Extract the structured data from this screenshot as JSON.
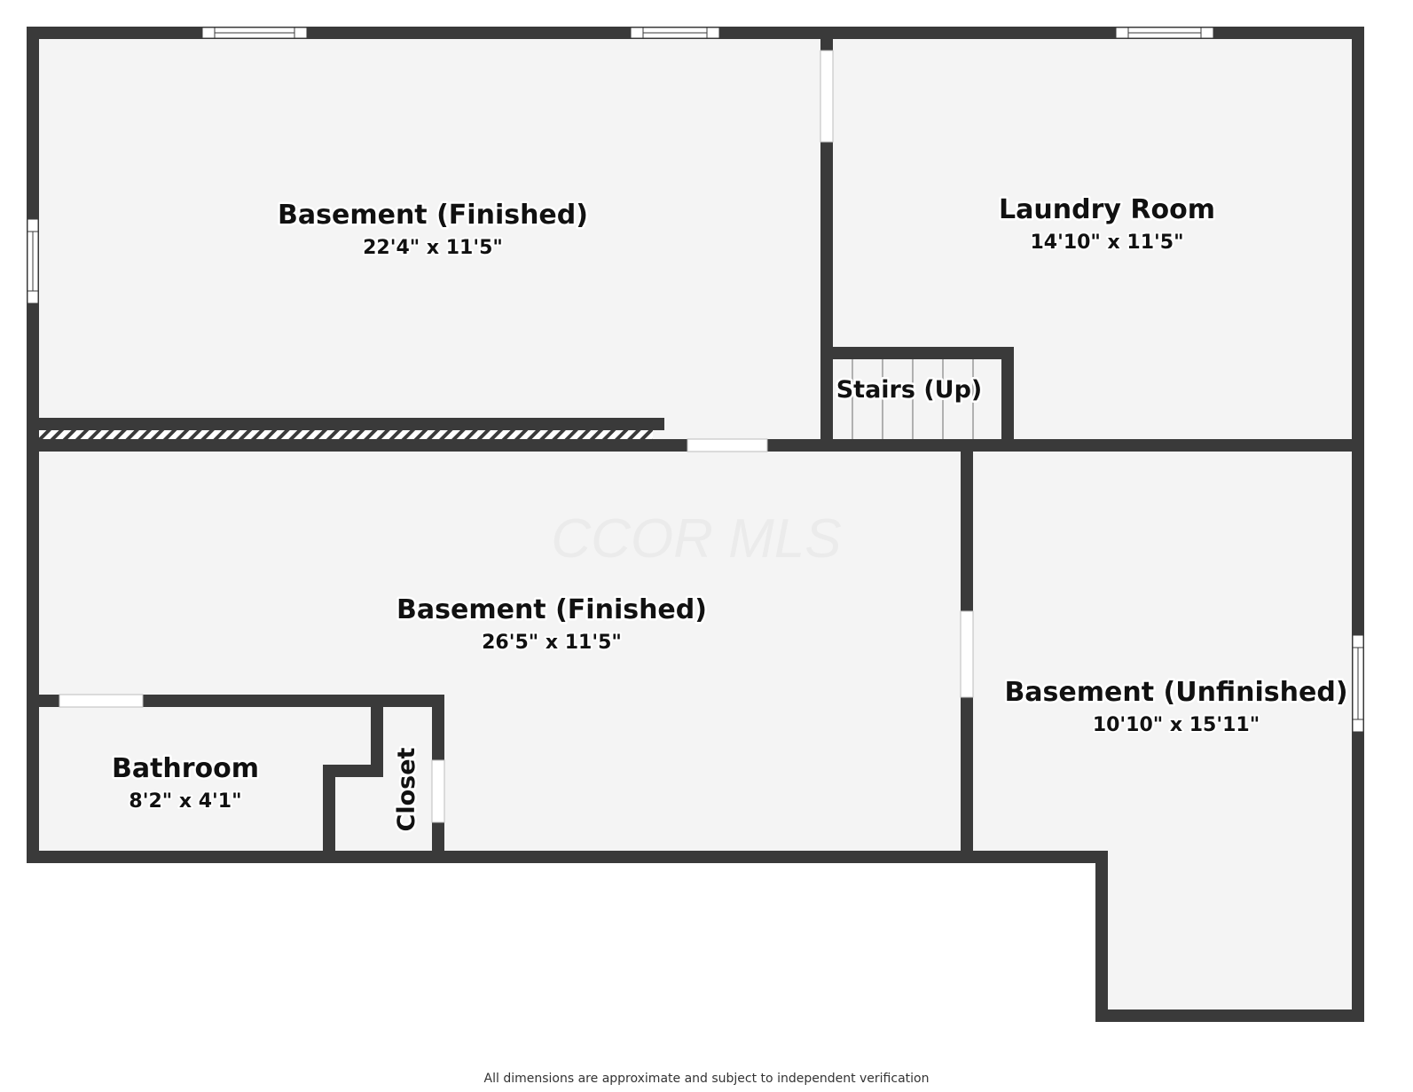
{
  "rooms": {
    "basement_top": {
      "name": "Basement (Finished)",
      "dim": "22'4\" x 11'5\""
    },
    "laundry": {
      "name": "Laundry Room",
      "dim": "14'10\" x 11'5\""
    },
    "stairs": {
      "name": "Stairs (Up)"
    },
    "basement_mid": {
      "name": "Basement (Finished)",
      "dim": "26'5\" x 11'5\""
    },
    "basement_unfinished": {
      "name": "Basement (Unfinished)",
      "dim": "10'10\" x 15'11\""
    },
    "bathroom": {
      "name": "Bathroom",
      "dim": "8'2\" x 4'1\""
    },
    "closet": {
      "name": "Closet"
    }
  },
  "watermark": "CCOR MLS",
  "footer": "All dimensions are approximate and subject to independent verification",
  "colors": {
    "wall": "#3a3a3a",
    "floor": "#f4f4f4",
    "background": "#ffffff"
  }
}
